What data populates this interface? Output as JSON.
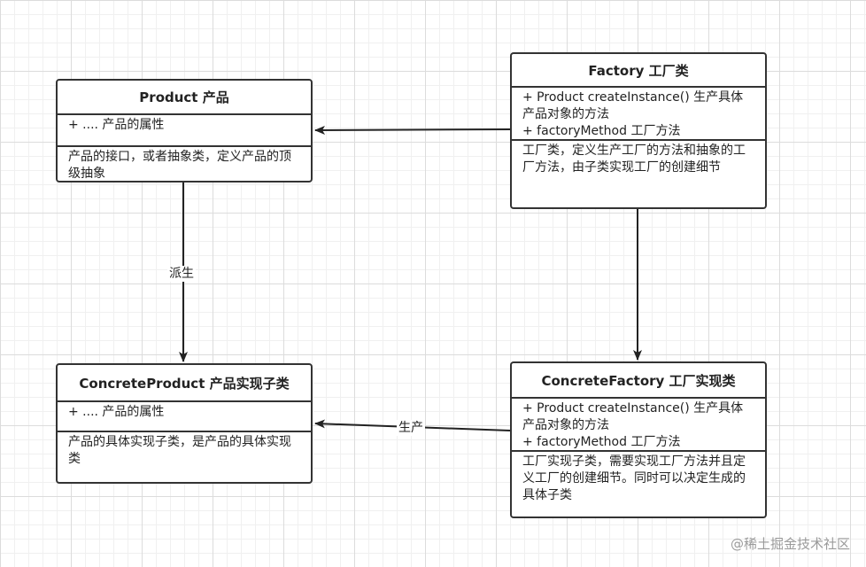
{
  "product": {
    "title": "Product 产品",
    "attrs": [
      "+ .... 产品的属性"
    ],
    "desc": "产品的接口，或者抽象类，定义产品的顶级抽象"
  },
  "factory": {
    "title": "Factory 工厂类",
    "attrs": [
      "+ Product createInstance() 生产具体产品对象的方法",
      "+ factoryMethod 工厂方法"
    ],
    "desc": "工厂类，定义生产工厂的方法和抽象的工厂方法，由子类实现工厂的创建细节"
  },
  "concrete_product": {
    "title": "ConcreteProduct 产品实现子类",
    "attrs": [
      "+ .... 产品的属性"
    ],
    "desc": "产品的具体实现子类，是产品的具体实现类"
  },
  "concrete_factory": {
    "title": "ConcreteFactory 工厂实现类",
    "attrs": [
      "+ Product createInstance() 生产具体产品对象的方法",
      "+ factoryMethod 工厂方法"
    ],
    "desc": "工厂实现子类，需要实现工厂方法并且定义工厂的创建细节。同时可以决定生成的具体子类"
  },
  "edges": {
    "derive_label": "派生",
    "produce_label": "生产"
  },
  "watermark": "@稀土掘金技术社区"
}
